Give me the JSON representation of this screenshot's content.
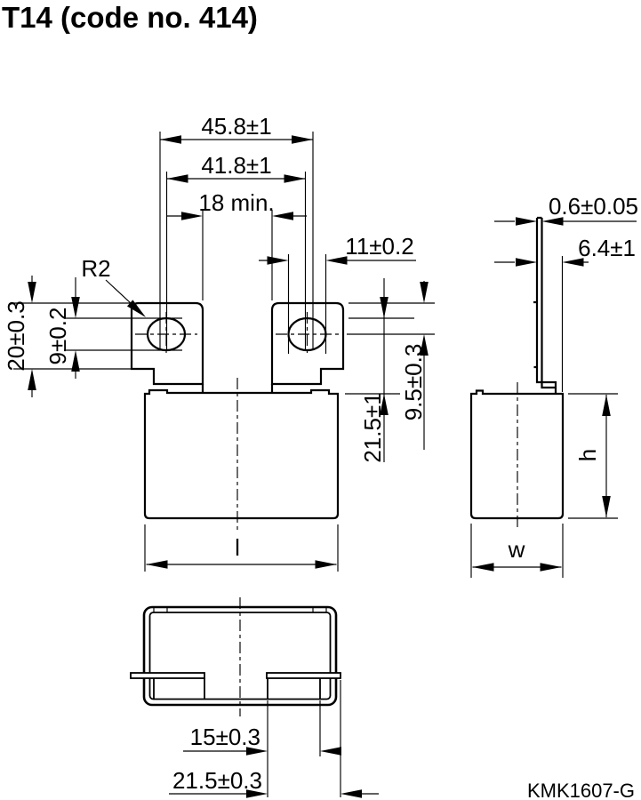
{
  "title": "T14 (code no. 414)",
  "drawing_code": "KMK1607-G",
  "front_view": {
    "dim_overall_width": "45.8±1",
    "dim_hole_pitch": "41.8±1",
    "dim_terminal_gap": "18 min.",
    "dim_hole_width": "11±0.2",
    "dim_terminal_height": "20±0.3",
    "dim_hole_height": "9±0.2",
    "dim_hole_to_top": "9.5±0.3",
    "dim_terminal_above_body": "21.5±1",
    "dim_body_length": "l",
    "corner_radius": "R2"
  },
  "side_view": {
    "dim_terminal_thickness": "0.6±0.05",
    "dim_terminal_offset": "6.4±1",
    "dim_body_height": "h",
    "dim_body_width": "w"
  },
  "bottom_view": {
    "dim_terminal_width": "15±0.3",
    "dim_terminal_length": "21.5±0.3"
  }
}
